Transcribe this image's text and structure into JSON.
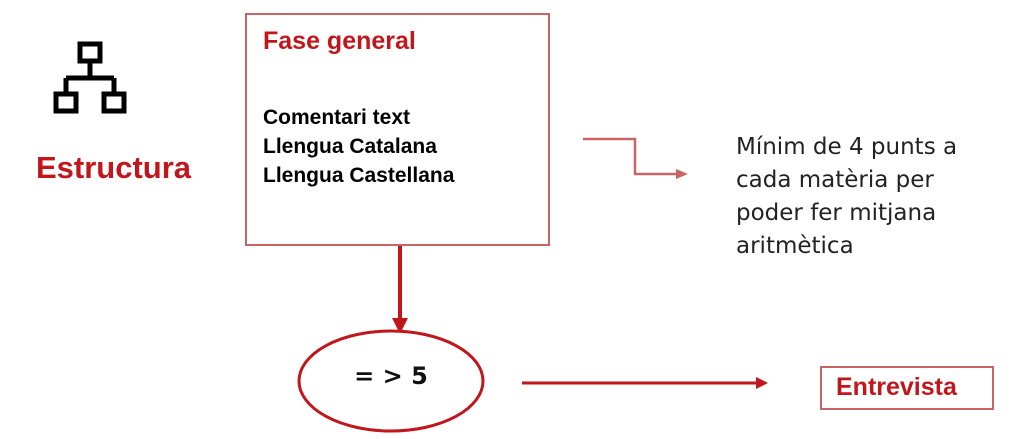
{
  "section": {
    "icon": "hierarchy-icon",
    "title": "Estructura"
  },
  "phase": {
    "title": "Fase general",
    "subjects": [
      "Comentari text",
      "Llengua Catalana",
      "Llengua Castellana"
    ]
  },
  "note": "Mínim de 4 punts a cada matèria per poder fer mitjana aritmètica",
  "threshold": "= > 5",
  "outcome": "Entrevista",
  "colors": {
    "accent": "#c0161c",
    "border": "#c86464",
    "arrow": "#c0161c",
    "note_arrow": "#c86464"
  }
}
